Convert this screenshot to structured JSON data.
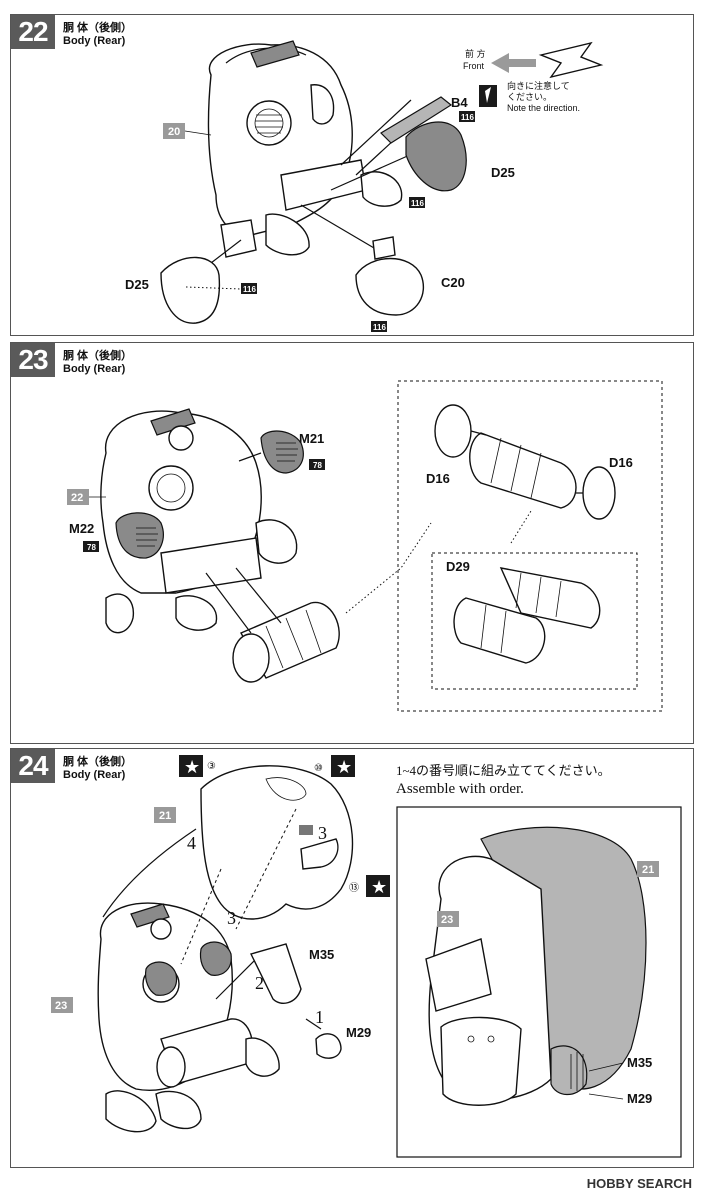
{
  "steps": [
    {
      "number": "22",
      "title_jp": "胴 体（後側）",
      "title_en": "Body (Rear)",
      "front_jp": "前 方",
      "front_en": "Front",
      "note_jp_1": "向きに注意して",
      "note_jp_2": "ください。",
      "note_en": "Note the direction.",
      "assembly_ref": "20",
      "parts": [
        "B4",
        "D25",
        "D25",
        "C20"
      ],
      "paint": [
        "116",
        "116",
        "116",
        "116"
      ]
    },
    {
      "number": "23",
      "title_jp": "胴 体（後側）",
      "title_en": "Body (Rear)",
      "assembly_ref": "22",
      "parts": [
        "M21",
        "M22",
        "D16",
        "D16",
        "D29"
      ],
      "paint": [
        "78",
        "78"
      ]
    },
    {
      "number": "24",
      "title_jp": "胴 体（後側）",
      "title_en": "Body (Rear)",
      "instruction_jp": "1~4の番号順に組み立ててください。",
      "instruction_en": "Assemble with order.",
      "assembly_refs": [
        "21",
        "23",
        "21",
        "23"
      ],
      "parts": [
        "M35",
        "M29",
        "M35",
        "M29"
      ],
      "marks": [
        "③",
        "⑩",
        "⑬"
      ],
      "order": [
        "1",
        "2",
        "3",
        "3",
        "4"
      ]
    }
  ],
  "footer": "HOBBY SEARCH"
}
